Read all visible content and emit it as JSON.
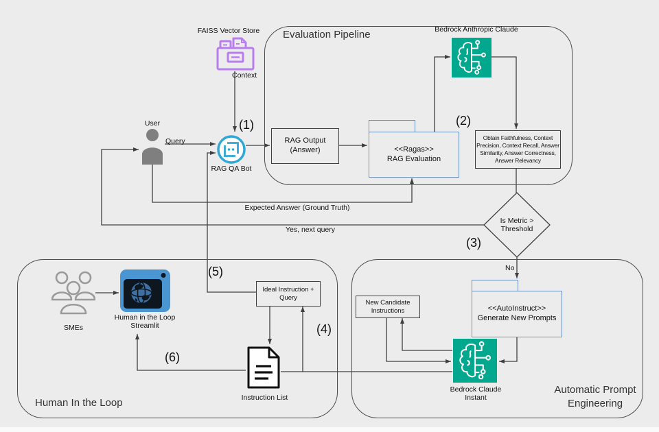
{
  "colors": {
    "bg": "#ececec",
    "line": "#3f3f3f",
    "cborder": "#4d4d4d",
    "text": "#111111",
    "teal": "#01a88d",
    "purple": "#b97df0",
    "botblue": "#2fa8d5",
    "pkgblue": "#6c8ebf",
    "stblue": "#4a96d2",
    "dark": "#0e1620",
    "globe": "#3e70a1",
    "ugray": "#7f7f7f",
    "sgray": "#9a9a9a"
  },
  "containers": {
    "evaluation_pipeline": {
      "label": "Evaluation Pipeline"
    },
    "human_in_the_loop": {
      "label": "Human In the Loop"
    },
    "automatic_prompt_engineering": {
      "label": "Automatic Prompt Engineering"
    }
  },
  "nodes": {
    "faiss": {
      "label": "FAISS Vector Store"
    },
    "user": {
      "label": "User"
    },
    "rag_qa_bot": {
      "label": "RAG QA Bot"
    },
    "rag_output": {
      "line1": "RAG Output",
      "line2": "(Answer)"
    },
    "ragas": {
      "stereotype": "<<Ragas>>",
      "label": "RAG Evaluation"
    },
    "bedrock_claude": {
      "label": "Bedrock Anthropic Claude"
    },
    "metrics": {
      "label": "Obtain Faithfulness, Context Precision, Context Recall, Answer Similarity, Answer Correctness, Answer Relevancy"
    },
    "decision": {
      "line1": "Is Metric >",
      "line2": "Threshold"
    },
    "autoinstruct": {
      "stereotype": "<<AutoInstruct>>",
      "label": "Generate New Prompts"
    },
    "new_candidate": {
      "line1": "New Candidate",
      "line2": "Instructions"
    },
    "bedrock_instant": {
      "line1": "Bedrock Claude",
      "line2": "Instant"
    },
    "smes": {
      "label": "SMEs"
    },
    "streamlit": {
      "line1": "Human in the Loop",
      "line2": "Streamlit"
    },
    "ideal_instruction": {
      "line1": "Ideal Instruction +",
      "line2": "Query"
    },
    "instruction_list": {
      "label": "Instruction List"
    }
  },
  "edge_labels": {
    "context": "Context",
    "query": "Query",
    "expected_answer": "Expected Answer (Ground Truth)",
    "yes_next_query": "Yes, next query",
    "no": "No"
  },
  "steps": {
    "s1": "(1)",
    "s2": "(2)",
    "s3": "(3)",
    "s4": "(4)",
    "s5": "(5)",
    "s6": "(6)"
  }
}
